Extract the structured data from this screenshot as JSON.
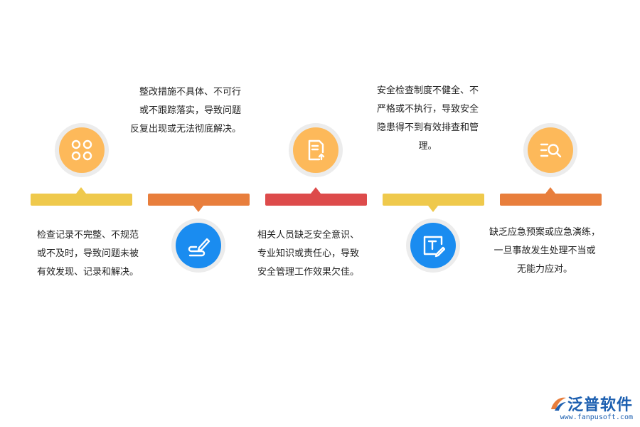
{
  "colors": {
    "yellow": "#EFC94C",
    "orange": "#E87E3C",
    "red": "#DD4B4B",
    "blue": "#1A8CF0",
    "icon_orange": "#FDB95A",
    "circle_bg": "#ECECEC",
    "logo_blue": "#1C5FB0"
  },
  "items": [
    {
      "icon": "grid-circles-icon",
      "lines": [
        "检查记录不完整、不规范",
        "或不及时，导致问题未被",
        "有效发现、记录和解决。"
      ]
    },
    {
      "icon": "edit-pen-icon",
      "lines": [
        "整改措施不具体、不可行",
        "或不跟踪落实，导致问题",
        "反复出现或无法彻底解决。"
      ]
    },
    {
      "icon": "document-upload-icon",
      "lines": [
        "相关人员缺乏安全意识、",
        "专业知识或责任心，导致",
        "安全管理工作效果欠佳。"
      ]
    },
    {
      "icon": "text-edit-icon",
      "lines": [
        "安全检查制度不健全、不",
        "严格或不执行，导致安全",
        "隐患得不到有效排查和管",
        "理。"
      ]
    },
    {
      "icon": "search-list-icon",
      "lines": [
        "缺乏应急预案或应急演练，",
        "一旦事故发生处理不当或",
        "无能力应对。"
      ]
    }
  ],
  "logo": {
    "name": "泛普软件",
    "url": "www.fanpusoft.com"
  }
}
